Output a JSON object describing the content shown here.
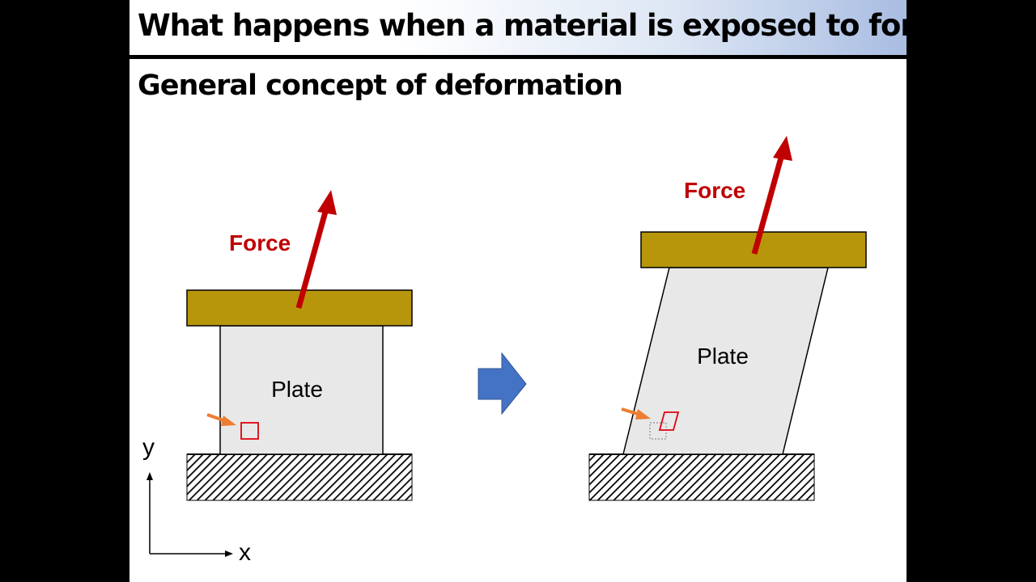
{
  "slide": {
    "title": "What happens when a material is exposed to force?",
    "subtitle": "General concept of deformation"
  },
  "diagram": {
    "before": {
      "force_label": "Force",
      "plate_label": "Plate"
    },
    "after": {
      "force_label": "Force",
      "plate_label": "Plate"
    },
    "axes": {
      "x_label": "x",
      "y_label": "y"
    }
  },
  "colors": {
    "force_text": "#c00000",
    "force_arrow": "#c00000",
    "top_block": "#b8960c",
    "plate_fill": "#e8e8e8",
    "element_square": "#e0000f",
    "pointer_arrow": "#ed7d31",
    "transition_arrow": "#4472c4"
  }
}
